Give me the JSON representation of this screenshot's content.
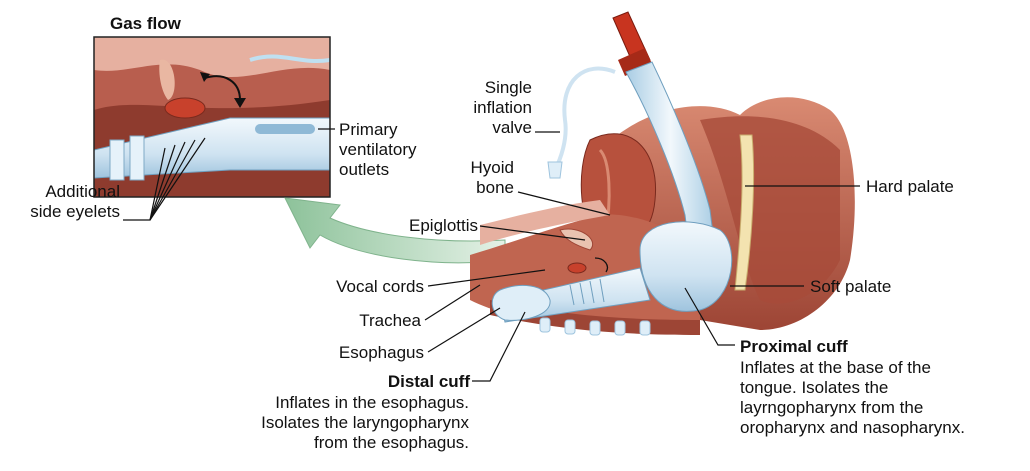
{
  "inset": {
    "title": "Gas flow",
    "primary_outlets": "Primary\nventilatory\noutlets",
    "side_eyelets": "Additional\nside eyelets"
  },
  "labels": {
    "inflation_valve": "Single\ninflation\nvalve",
    "hyoid": "Hyoid\nbone",
    "hard_palate": "Hard palate",
    "epiglottis": "Epiglottis",
    "soft_palate": "Soft palate",
    "vocal_cords": "Vocal cords",
    "trachea": "Trachea",
    "esophagus": "Esophagus"
  },
  "distal_cuff": {
    "title": "Distal cuff",
    "desc": "Inflates in the esophagus.\nIsolates the laryngopharynx\nfrom the esophagus."
  },
  "proximal_cuff": {
    "title": "Proximal cuff",
    "desc": "Inflates at the base of the\ntongue. Isolates the\nlayrngopharynx from the\noropharynx and nasopharynx."
  },
  "colors": {
    "tissue": "#c8705c",
    "tissue_dark": "#8e3b2e",
    "tissue_light": "#e9b7a2",
    "tube": "#dfeef8",
    "tube_shade": "#a9cde4",
    "connector": "#c8341f",
    "arrow": "#a6cfae",
    "bone": "#f3e3b0"
  }
}
